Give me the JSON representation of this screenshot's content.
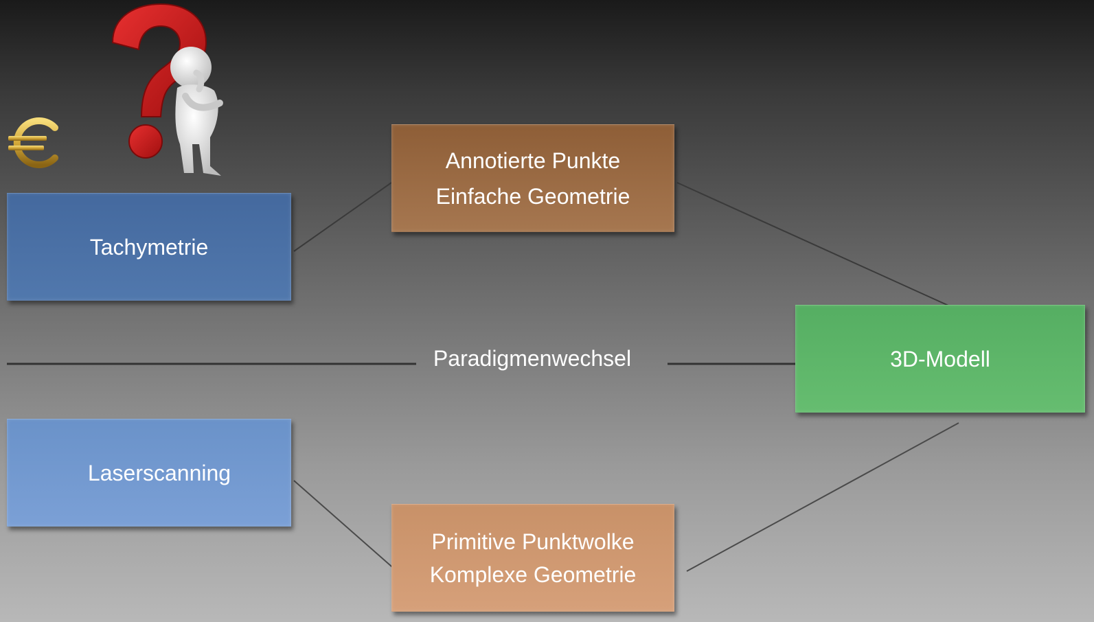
{
  "nodes": {
    "tachymetrie": "Tachymetrie",
    "laserscanning": "Laserscanning",
    "annotated": {
      "line1": "Annotierte Punkte",
      "line2": "Einfache Geometrie"
    },
    "primitive": {
      "line1": "Primitive Punktwolke",
      "line2": "Komplexe Geometrie"
    },
    "model": "3D-Modell"
  },
  "divider_label": "Paradigmenwechsel",
  "icons": {
    "euro": "euro-icon",
    "thinker": "thinking-figure-question-mark-icon"
  },
  "colors": {
    "tachymetrie": "#4a70a6",
    "laserscanning": "#739ad0",
    "annotated": "#9a6b43",
    "primitive": "#cf9a72",
    "model": "#5db669",
    "question_mark": "#c81e1e",
    "euro": "#d4a93a"
  }
}
